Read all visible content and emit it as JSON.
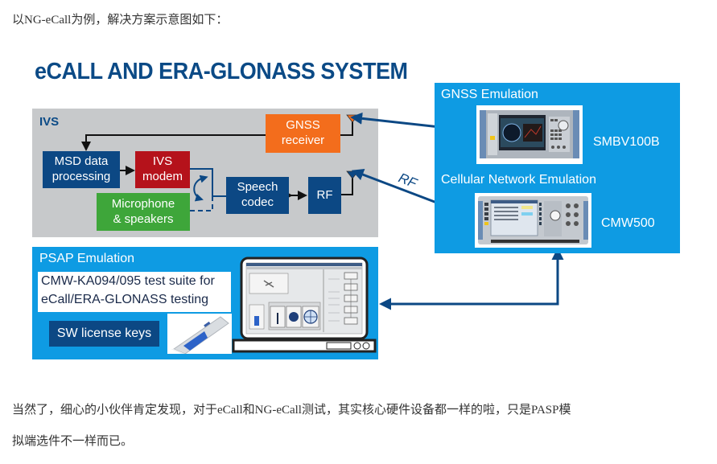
{
  "article": {
    "intro": "以NG-eCall为例，解决方案示意图如下：",
    "conclusion_line1": "当然了，细心的小伙伴肯定发现，对于eCall和NG-eCall测试，其实核心硬件设备都一样的啦，只是PASP模",
    "conclusion_line2": "拟端选件不一样而已。"
  },
  "diagram": {
    "title": "eCALL AND ERA-GLONASS SYSTEM",
    "ivs": {
      "label": "IVS",
      "blocks": {
        "gnss_receiver": "GNSS\nreceiver",
        "msd": "MSD data\nprocessing",
        "ivs_modem": "IVS\nmodem",
        "microphone": "Microphone\n& speakers",
        "speech_codec": "Speech\ncodec",
        "rf": "RF"
      }
    },
    "rf_link_label": "RF",
    "emulators": {
      "gnss": {
        "label": "GNSS Emulation",
        "device": "SMBV100B"
      },
      "cellular": {
        "label": "Cellular Network Emulation",
        "device": "CMW500"
      }
    },
    "psap": {
      "label": "PSAP Emulation",
      "test_suite": "CMW-KA094/095 test suite for\neCall/ERA-GLONASS testing",
      "license_button": "SW license keys"
    },
    "colors": {
      "navy": "#0c4884",
      "red": "#b5121b",
      "orange": "#f36d1c",
      "green": "#3ea63a",
      "emulation_blue": "#0e9be3",
      "ivs_gray": "#c7c9cb",
      "title_blue": "#0b4a86"
    }
  }
}
